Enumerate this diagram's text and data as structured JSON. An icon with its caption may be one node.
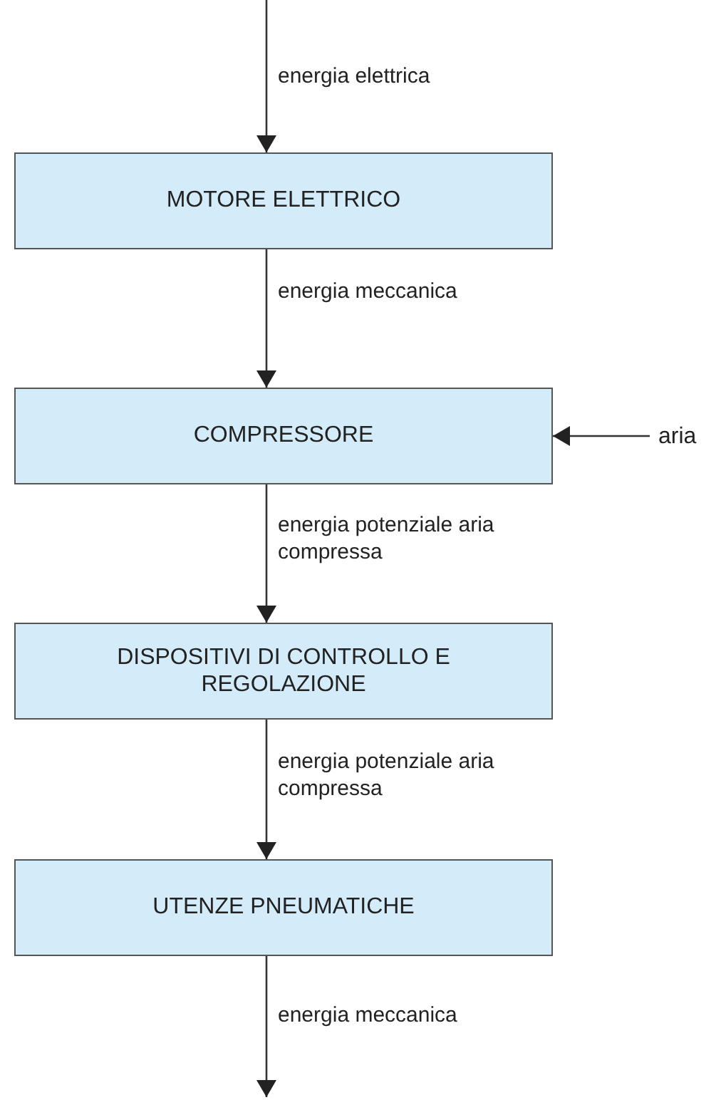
{
  "diagram": {
    "nodes": [
      {
        "text": [
          "MOTORE ELETTRICO"
        ]
      },
      {
        "text": [
          "COMPRESSORE"
        ]
      },
      {
        "text": [
          "DISPOSITIVI DI CONTROLLO E REGOLAZIONE"
        ]
      },
      {
        "text": [
          "UTENZE PNEUMATICHE"
        ]
      },
      {
        "text": [
          "aria"
        ]
      }
    ],
    "edges": [
      {
        "from": null,
        "to": 0,
        "arrow": "to",
        "label": "energia elettrica"
      },
      {
        "from": 0,
        "to": 1,
        "arrow": "to",
        "label": "energia meccanica"
      },
      {
        "from": 4,
        "to": 1,
        "arrow": "to"
      },
      {
        "from": 1,
        "to": 2,
        "arrow": "to",
        "label": "energia potenziale aria compressa"
      },
      {
        "from": 2,
        "to": 3,
        "arrow": "to",
        "label": "energia potenziale aria compressa"
      },
      {
        "from": 3,
        "to": null,
        "arrow": "to",
        "label": "energia meccanica"
      }
    ]
  }
}
